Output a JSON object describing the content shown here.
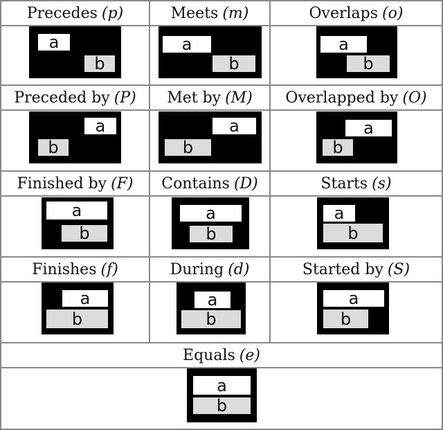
{
  "relations": [
    {
      "name": "Precedes",
      "code": "(p)",
      "a_label": "a",
      "b_label": "b"
    },
    {
      "name": "Meets",
      "code": "(m)",
      "a_label": "a",
      "b_label": "b"
    },
    {
      "name": "Overlaps",
      "code": "(o)",
      "a_label": "a",
      "b_label": "b"
    },
    {
      "name": "Preceded by",
      "code": "(P)",
      "a_label": "a",
      "b_label": "b"
    },
    {
      "name": "Met by",
      "code": "(M)",
      "a_label": "a",
      "b_label": "b"
    },
    {
      "name": "Overlapped by",
      "code": "(O)",
      "a_label": "a",
      "b_label": "b"
    },
    {
      "name": "Finished by",
      "code": "(F)",
      "a_label": "a",
      "b_label": "b"
    },
    {
      "name": "Contains",
      "code": "(D)",
      "a_label": "a",
      "b_label": "b"
    },
    {
      "name": "Starts",
      "code": "(s)",
      "a_label": "a",
      "b_label": "b"
    },
    {
      "name": "Finishes",
      "code": "(f)",
      "a_label": "a",
      "b_label": "b"
    },
    {
      "name": "During",
      "code": "(d)",
      "a_label": "a",
      "b_label": "b"
    },
    {
      "name": "Started by",
      "code": "(S)",
      "a_label": "a",
      "b_label": "b"
    },
    {
      "name": "Equals",
      "code": "(e)",
      "a_label": "a",
      "b_label": "b"
    }
  ],
  "colors": {
    "frame": "#000000",
    "box_a": "#ffffff",
    "box_b": "#dcdcdc",
    "grid": "#888888"
  }
}
